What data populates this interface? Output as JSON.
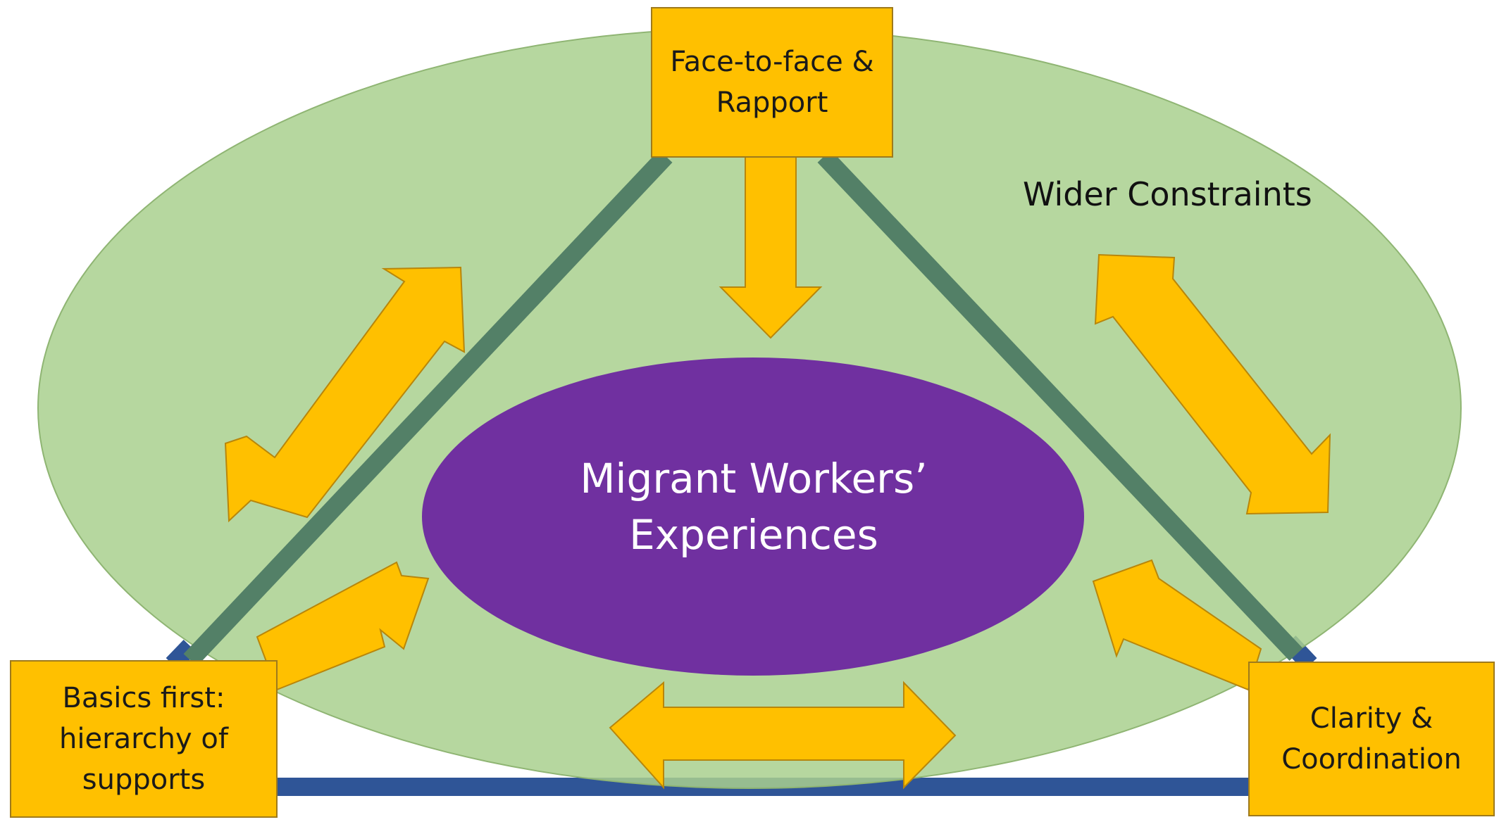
{
  "diagram": {
    "outer_label": "Wider Constraints",
    "center_label": "Migrant Workers’\nExperiences",
    "top_box": "Face-to-face &\nRapport",
    "left_box": "Basics first:\nhierarchy of\nsupports",
    "right_box": "Clarity &\nCoordination",
    "colors": {
      "outer_ellipse": "#A9D08E",
      "center_ellipse": "#7030A0",
      "box_fill": "#FFC000",
      "triangle_side_lines": "#538067",
      "triangle_base_line": "#2F5597",
      "arrow_fill": "#FFC000"
    }
  }
}
